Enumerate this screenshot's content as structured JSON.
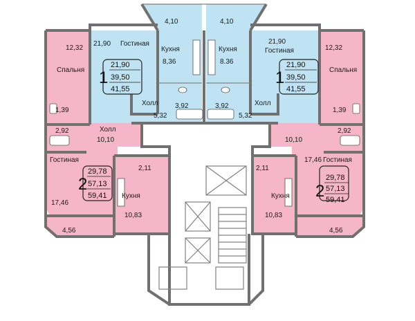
{
  "colors": {
    "studio": "#bfe3f2",
    "two_room": "#f4b6c8",
    "circulation": "#ffffff",
    "wall": "#707070",
    "box_border": "#222222"
  },
  "left_studio": {
    "loggia": "4,10",
    "living_area": "21,90",
    "living_name": "Гостиная",
    "kitchen_name": "Кухня",
    "kitchen_area": "8,36",
    "hall_name": "Холл",
    "hall_area": "5,32",
    "bath_area": "3,92",
    "rooms": "1",
    "area_living": "21,90",
    "area_total": "39,50",
    "area_full": "41,55"
  },
  "right_studio": {
    "loggia": "4,10",
    "living_area": "21,90",
    "living_name": "Гостиная",
    "kitchen_name": "Кухня",
    "kitchen_area": "8.36",
    "hall_name": "Холл",
    "hall_area": "5,32",
    "bath_area": "3,92",
    "rooms": "1",
    "area_living": "21,90",
    "area_total": "39,50",
    "area_full": "41,55"
  },
  "left_two": {
    "bedroom_area": "12,32",
    "bedroom_name": "Спальня",
    "wc_area": "1,39",
    "bath_area": "2,92",
    "hall_name": "Холл",
    "hall_area": "10,10",
    "living_name": "Гостиная",
    "living_area": "17,46",
    "storage_area": "2,11",
    "kitchen_name": "Кухня",
    "kitchen_area": "10,83",
    "loggia": "4,56",
    "rooms": "2",
    "area_living": "29,78",
    "area_total": "57,13",
    "area_full": "59,41"
  },
  "right_two": {
    "bedroom_area": "12,32",
    "bedroom_name": "Спальня",
    "wc_area": "1,39",
    "bath_area": "2,92",
    "hall_area": "10,10",
    "living_name": "Гостиная",
    "living_area": "17,46",
    "storage_area": "2,11",
    "kitchen_name": "Кухня",
    "kitchen_area": "10,83",
    "loggia": "4,56",
    "rooms": "2",
    "area_living": "29,78",
    "area_total": "57,13",
    "area_full": "59,41"
  }
}
